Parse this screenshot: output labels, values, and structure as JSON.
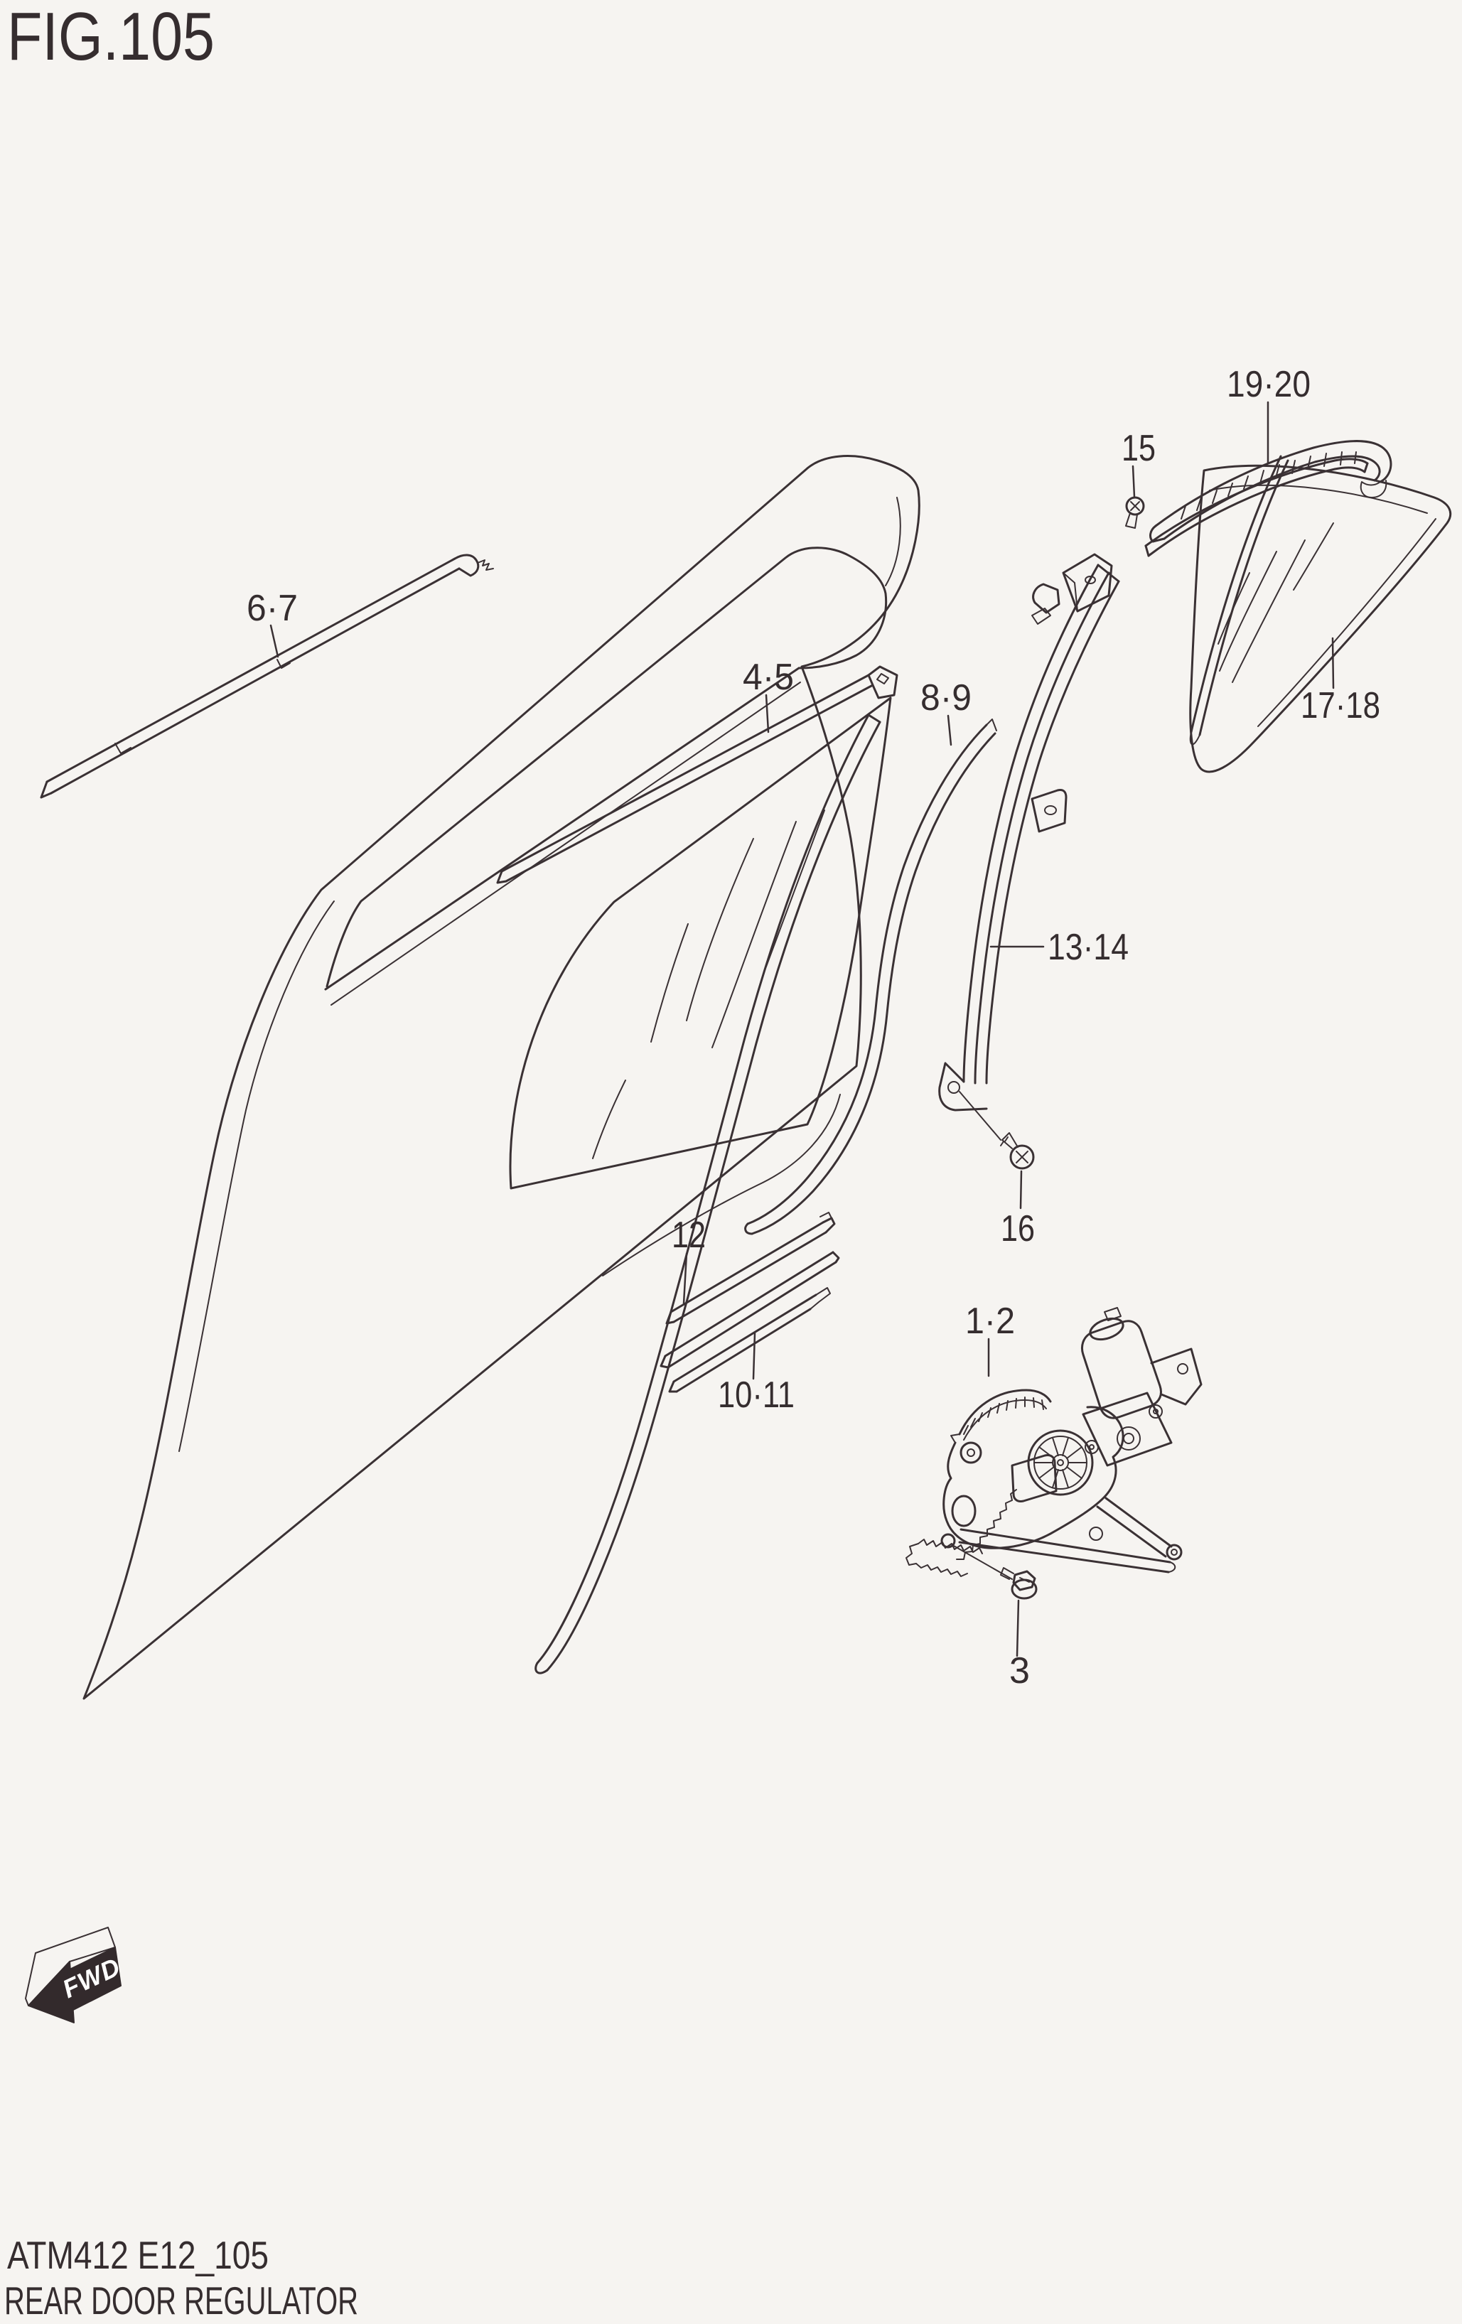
{
  "figure": {
    "title": "FIG.105",
    "code": "ATM412 E12_105",
    "caption": "REAR DOOR REGULATOR"
  },
  "direction_marker": {
    "text": "FWD"
  },
  "part_labels": {
    "regulator_assy": "1·2",
    "regulator_bolt": "3",
    "door_glass": "4·5",
    "outer_weatherstrip": "6·7",
    "glass_run": "8·9",
    "lower_rail": "10·11",
    "lower_sash": "12",
    "center_sash": "13·14",
    "sash_screw": "15",
    "channel_screw": "16",
    "quarter_glass": "17·18",
    "roof_side_sash": "19·20"
  },
  "colors": {
    "background": "#f6f4f1",
    "line": "#3a3134",
    "text": "#352d2f",
    "arrow_fill": "#332a2c",
    "arrow_text": "#ffffff"
  }
}
